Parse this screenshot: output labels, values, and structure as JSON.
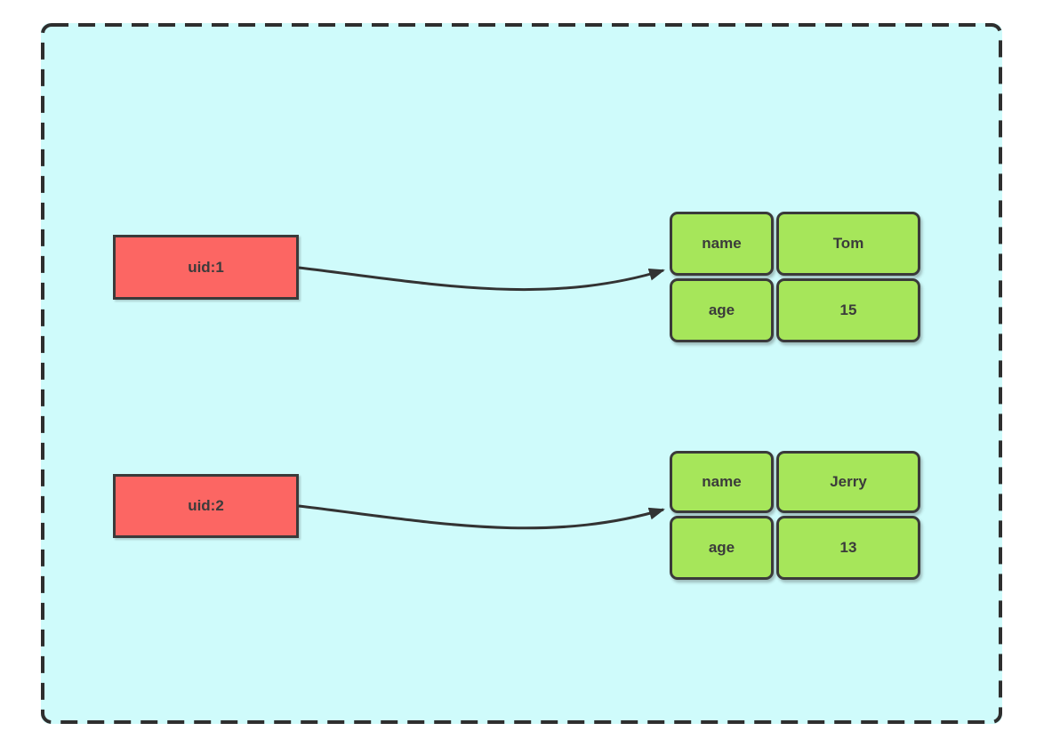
{
  "diagram": {
    "type": "key-value-structure-diagram",
    "colors": {
      "page_bg": "#ffffff",
      "container_fill": "#CFFBFB",
      "container_border": "#2E2E2E",
      "node_fill": "#FC6663",
      "node_border": "#3A3A3A",
      "cell_fill": "#A6E65A",
      "cell_border": "#3A3A3A",
      "text": "#3B3B3B",
      "arrow": "#333333"
    },
    "nodes": [
      {
        "label": "uid:1"
      },
      {
        "label": "uid:2"
      }
    ],
    "tables": [
      {
        "rows": [
          {
            "key": "name",
            "value": "Tom"
          },
          {
            "key": "age",
            "value": "15"
          }
        ]
      },
      {
        "rows": [
          {
            "key": "name",
            "value": "Jerry"
          },
          {
            "key": "age",
            "value": "13"
          }
        ]
      }
    ],
    "arrows": [
      {
        "from": "uid:1",
        "to": "table-1"
      },
      {
        "from": "uid:2",
        "to": "table-2"
      }
    ]
  }
}
